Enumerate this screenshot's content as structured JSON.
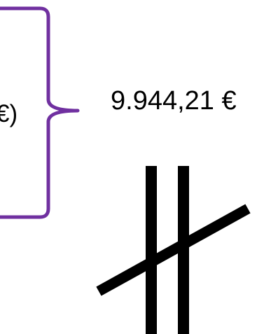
{
  "left_fragment": "€)",
  "amount": "9.944,21 €",
  "colors": {
    "brace": "#7030a0",
    "symbol": "#000000",
    "text": "#000000",
    "background": "#ffffff"
  },
  "icons": {
    "brace": "curly-brace-right",
    "symbol": "not-parallel-symbol"
  }
}
